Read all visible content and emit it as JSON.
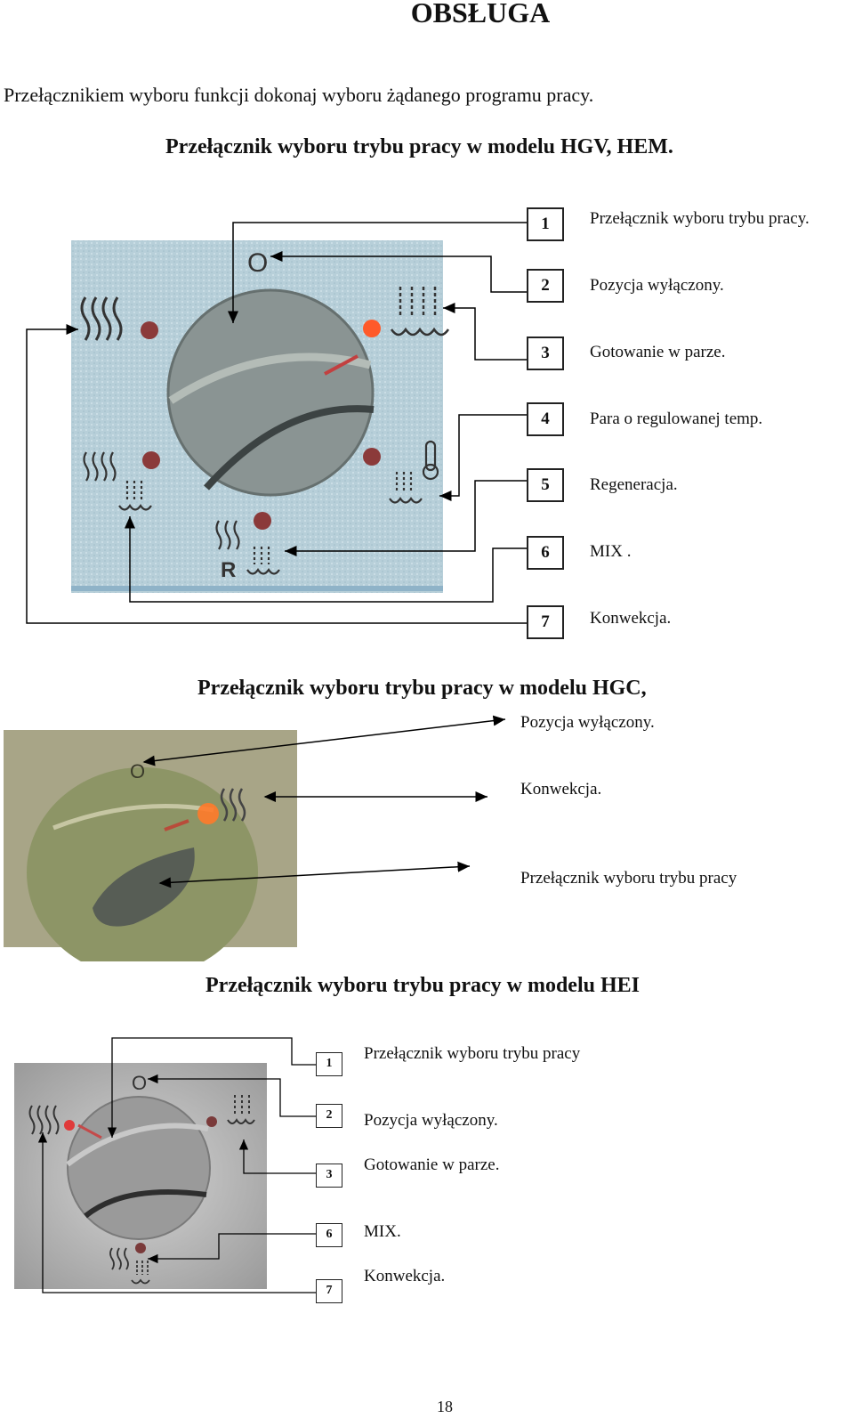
{
  "page_title": "OBSŁUGA",
  "intro": "Przełącznikiem wyboru funkcji dokonaj wyboru żądanego programu pracy.",
  "sections": [
    {
      "heading": "Przełącznik wyboru trybu pracy w modelu HGV, HEM.",
      "callouts": [
        {
          "number": "1",
          "label": "Przełącznik wyboru trybu pracy."
        },
        {
          "number": "2",
          "label": "Pozycja wyłączony."
        },
        {
          "number": "3",
          "label": "Gotowanie w parze."
        },
        {
          "number": "4",
          "label": "Para o regulowanej temp."
        },
        {
          "number": "5",
          "label": "Regeneracja."
        },
        {
          "number": "6",
          "label": "MIX ."
        },
        {
          "number": "7",
          "label": "Konwekcja."
        }
      ],
      "panel_marks": {
        "off": "O",
        "regeneration": "R"
      }
    },
    {
      "heading": "Przełącznik wyboru trybu pracy w modelu HGC,",
      "callouts": [
        {
          "label": "Pozycja wyłączony."
        },
        {
          "label": "Konwekcja."
        },
        {
          "label": "Przełącznik wyboru trybu pracy"
        }
      ],
      "panel_marks": {
        "off": "O"
      }
    },
    {
      "heading": "Przełącznik wyboru trybu pracy w modelu HEI",
      "callouts": [
        {
          "number": "1",
          "label": "Przełącznik wyboru trybu pracy"
        },
        {
          "number": "2",
          "label": "Pozycja wyłączony."
        },
        {
          "number": "3",
          "label": "Gotowanie w parze."
        },
        {
          "number": "6",
          "label": "MIX."
        },
        {
          "number": "7",
          "label": "Konwekcja."
        }
      ],
      "panel_marks": {
        "off": "O"
      }
    }
  ],
  "page_number": "18"
}
